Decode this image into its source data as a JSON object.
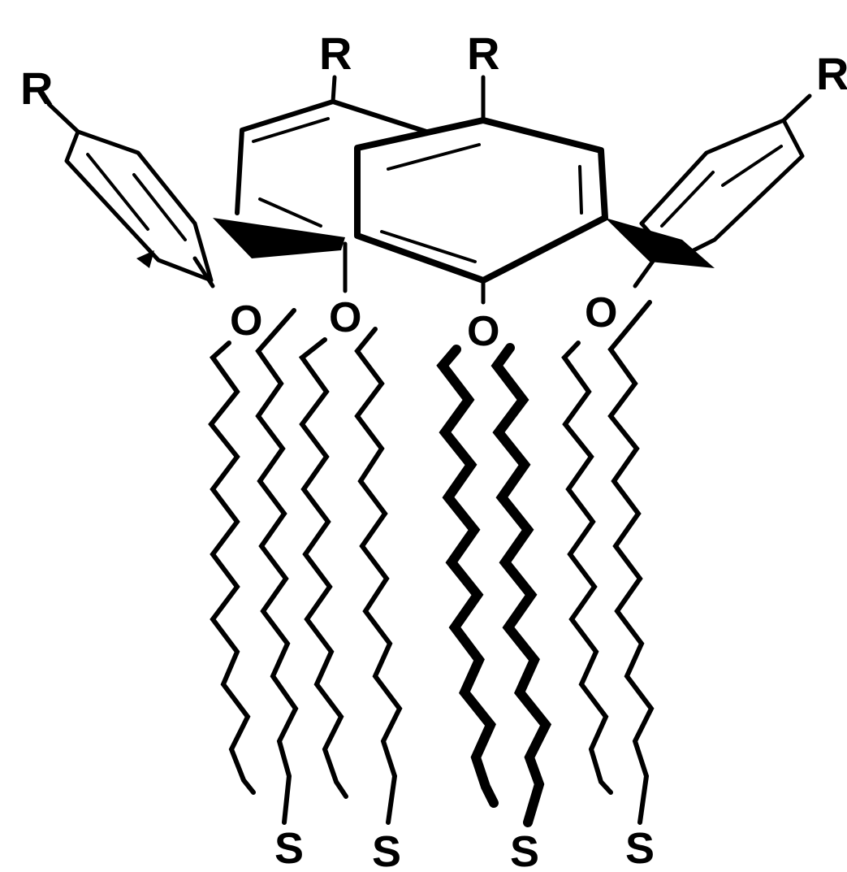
{
  "labels": {
    "r_far_left": "R",
    "r_inner_left": "R",
    "r_inner_right": "R",
    "r_far_right": "R",
    "o_1": "O",
    "o_2": "O",
    "o_3": "O",
    "o_4": "O",
    "s_1": "S",
    "s_2": "S",
    "s_3": "S",
    "s_4": "S"
  },
  "colors": {
    "ink": "#000000",
    "background": "#ffffff"
  }
}
